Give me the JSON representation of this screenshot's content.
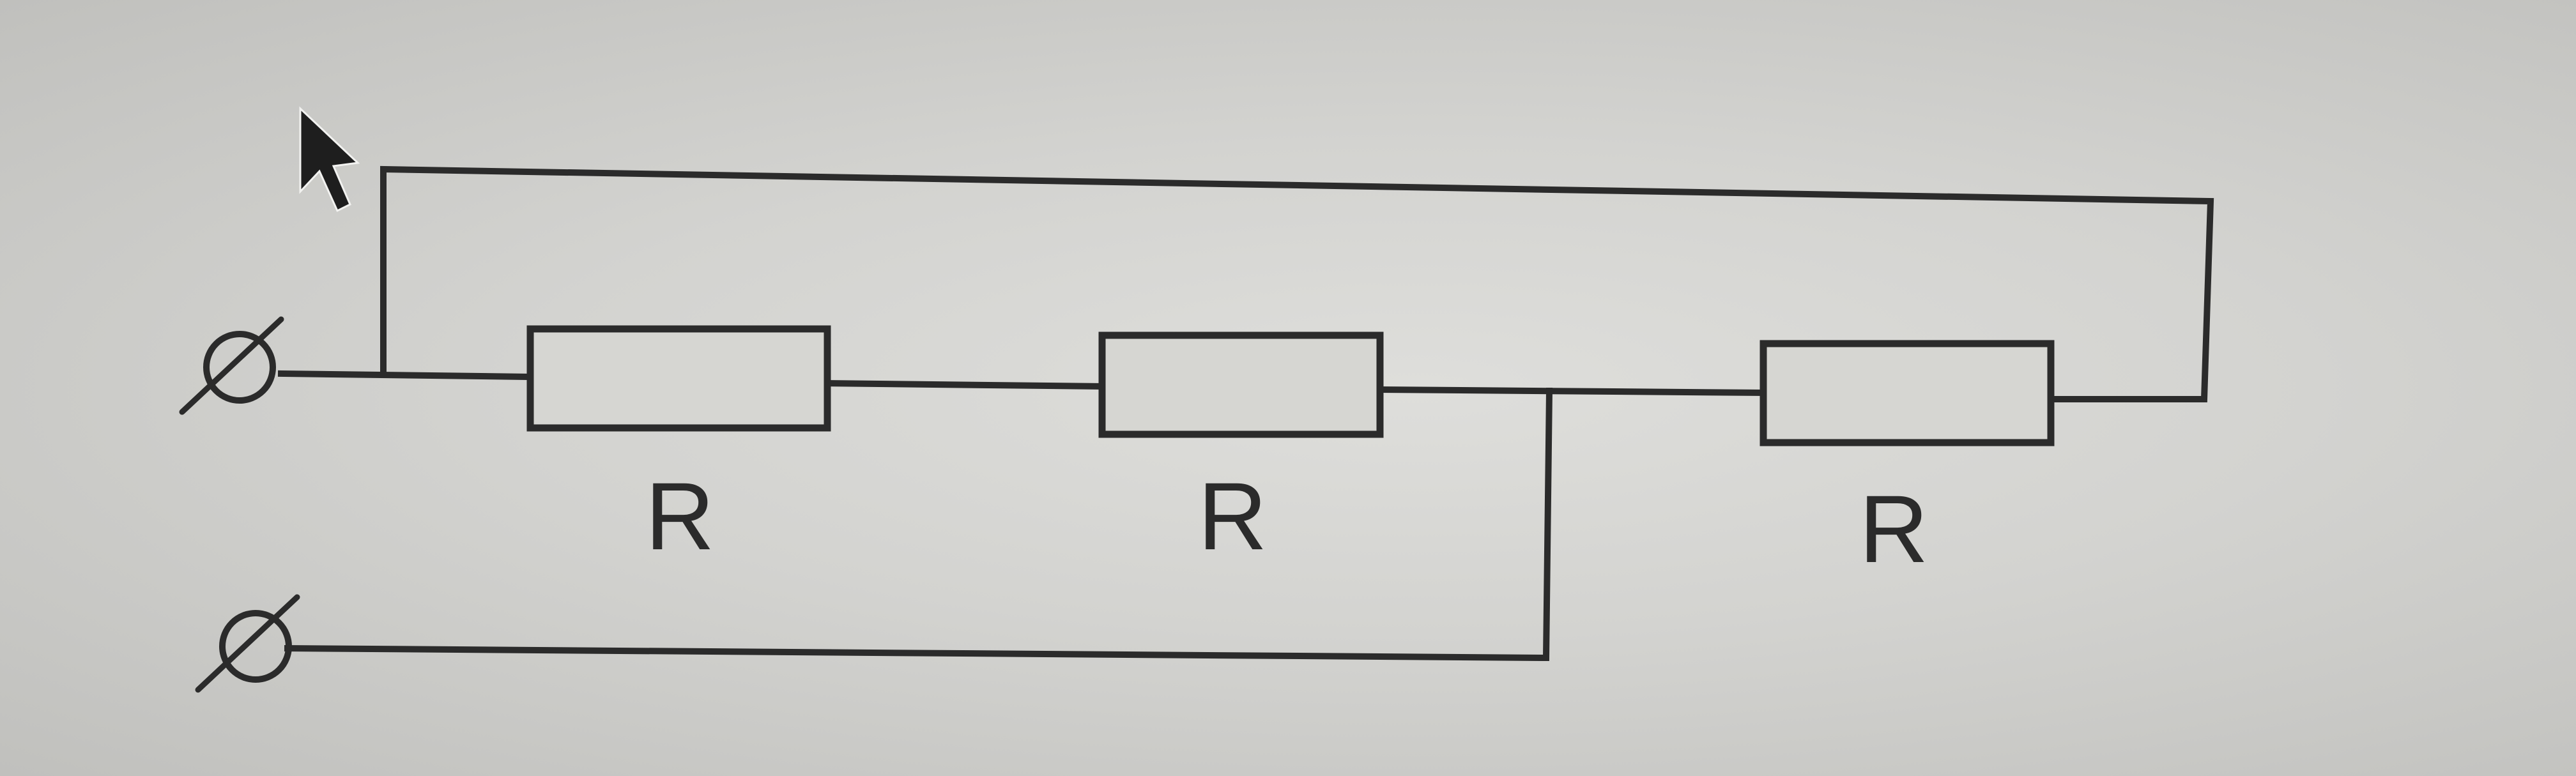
{
  "diagram": {
    "resistors": [
      {
        "label": "R"
      },
      {
        "label": "R"
      },
      {
        "label": "R"
      }
    ],
    "terminals": [
      {
        "symbol": "terminal-ring-slash"
      },
      {
        "symbol": "terminal-ring-slash"
      }
    ],
    "pointer": {
      "icon": "mouse-cursor-icon"
    },
    "colors": {
      "ink": "#2b2b2b",
      "background": "#d3d3d0"
    }
  }
}
